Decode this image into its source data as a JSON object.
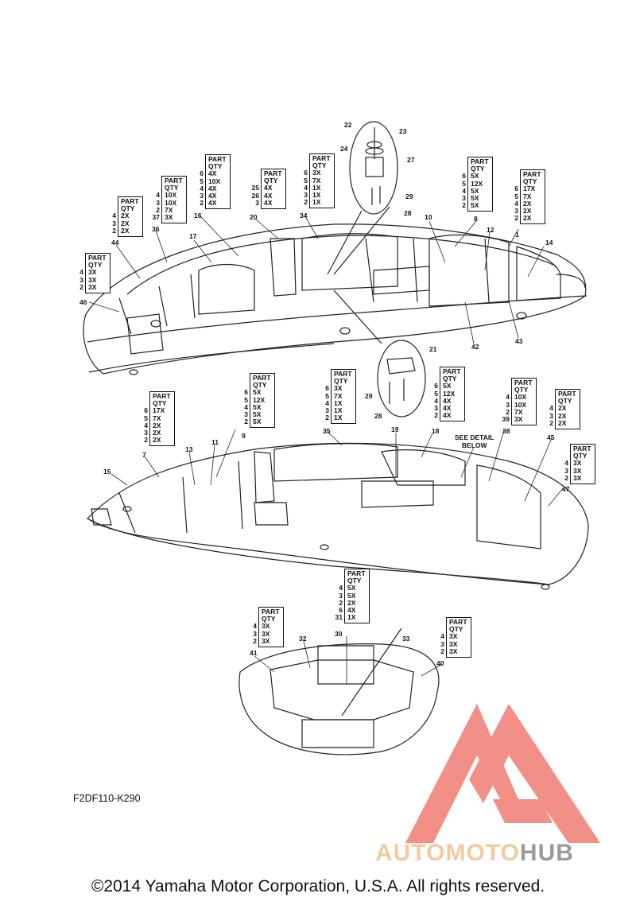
{
  "qty_header": [
    "PART",
    "QTY"
  ],
  "tables": [
    {
      "id": "t16",
      "rows": [
        [
          "6",
          "4X"
        ],
        [
          "5",
          "10X"
        ],
        [
          "4",
          "4X"
        ],
        [
          "3",
          "4X"
        ],
        [
          "2",
          "4X"
        ]
      ]
    },
    {
      "id": "t34",
      "rows": [
        [
          "6",
          "3X"
        ],
        [
          "5",
          "7X"
        ],
        [
          "4",
          "1X"
        ],
        [
          "3",
          "1X"
        ],
        [
          "2",
          "1X"
        ]
      ]
    },
    {
      "id": "t8",
      "rows": [
        [
          "6",
          "5X"
        ],
        [
          "5",
          "12X"
        ],
        [
          "4",
          "5X"
        ],
        [
          "3",
          "5X"
        ],
        [
          "2",
          "5X"
        ]
      ]
    },
    {
      "id": "t1",
      "rows": [
        [
          "6",
          "17X"
        ],
        [
          "5",
          "7X"
        ],
        [
          "4",
          "2X"
        ],
        [
          "3",
          "2X"
        ],
        [
          "2",
          "2X"
        ]
      ]
    },
    {
      "id": "t36",
      "rows": [
        [
          "4",
          "10X"
        ],
        [
          "3",
          "10X"
        ],
        [
          "2",
          "7X"
        ],
        [
          "37",
          "3X"
        ]
      ]
    },
    {
      "id": "t20",
      "rows": [
        [
          "25",
          "4X"
        ],
        [
          "26",
          "4X"
        ],
        [
          "3",
          "4X"
        ]
      ]
    },
    {
      "id": "t44",
      "rows": [
        [
          "4",
          "2X"
        ],
        [
          "3",
          "2X"
        ],
        [
          "2",
          "2X"
        ]
      ]
    },
    {
      "id": "t46",
      "rows": [
        [
          "4",
          "3X"
        ],
        [
          "3",
          "3X"
        ],
        [
          "2",
          "3X"
        ]
      ]
    },
    {
      "id": "t7",
      "rows": [
        [
          "6",
          "17X"
        ],
        [
          "5",
          "7X"
        ],
        [
          "4",
          "2X"
        ],
        [
          "3",
          "2X"
        ],
        [
          "2",
          "2X"
        ]
      ]
    },
    {
      "id": "t9",
      "rows": [
        [
          "6",
          "5X"
        ],
        [
          "5",
          "12X"
        ],
        [
          "4",
          "5X"
        ],
        [
          "3",
          "5X"
        ],
        [
          "2",
          "5X"
        ]
      ]
    },
    {
      "id": "t35",
      "rows": [
        [
          "6",
          "3X"
        ],
        [
          "5",
          "7X"
        ],
        [
          "4",
          "1X"
        ],
        [
          "3",
          "1X"
        ],
        [
          "2",
          "1X"
        ]
      ]
    },
    {
      "id": "t18",
      "rows": [
        [
          "6",
          "5X"
        ],
        [
          "5",
          "12X"
        ],
        [
          "4",
          "4X"
        ],
        [
          "3",
          "4X"
        ],
        [
          "2",
          "4X"
        ]
      ]
    },
    {
      "id": "t38",
      "rows": [
        [
          "4",
          "10X"
        ],
        [
          "3",
          "10X"
        ],
        [
          "2",
          "7X"
        ],
        [
          "39",
          "3X"
        ]
      ]
    },
    {
      "id": "t45",
      "rows": [
        [
          "4",
          "2X"
        ],
        [
          "3",
          "2X"
        ],
        [
          "2",
          "2X"
        ]
      ]
    },
    {
      "id": "t47",
      "rows": [
        [
          "4",
          "3X"
        ],
        [
          "3",
          "3X"
        ],
        [
          "2",
          "3X"
        ]
      ]
    },
    {
      "id": "t30",
      "rows": [
        [
          "4",
          "5X"
        ],
        [
          "3",
          "5X"
        ],
        [
          "2",
          "2X"
        ],
        [
          "6",
          "4X"
        ],
        [
          "31",
          "1X"
        ]
      ]
    },
    {
      "id": "t41",
      "rows": [
        [
          "4",
          "3X"
        ],
        [
          "3",
          "3X"
        ],
        [
          "2",
          "3X"
        ]
      ]
    },
    {
      "id": "t40",
      "rows": [
        [
          "4",
          "3X"
        ],
        [
          "3",
          "3X"
        ],
        [
          "2",
          "3X"
        ]
      ]
    }
  ],
  "callouts": {
    "c22": "22",
    "c23": "23",
    "c24": "24",
    "c27": "27",
    "c29a": "29",
    "c28a": "28",
    "c16": "16",
    "c34": "34",
    "c8": "8",
    "c1": "1",
    "c36": "36",
    "c20": "20",
    "c44": "44",
    "c46": "46",
    "c17": "17",
    "c10": "10",
    "c12": "12",
    "c14": "14",
    "c42": "42",
    "c43": "43",
    "c21": "21",
    "c29b": "29",
    "c28b": "28",
    "c7": "7",
    "c9": "9",
    "c35": "35",
    "c18": "18",
    "c38": "38",
    "c45": "45",
    "c47": "47",
    "c15": "15",
    "c13": "13",
    "c11": "11",
    "c19": "19",
    "c30": "30",
    "c41": "41",
    "c40": "40",
    "c33": "33",
    "c32": "32"
  },
  "see_detail": [
    "SEE DETAIL",
    "BELOW"
  ],
  "model_code": "F2DF110-K290",
  "copyright": "©2014 Yamaha Motor Corporation, U.S.A. All rights reserved.",
  "watermark": {
    "text_a": "AUTOMOTO",
    "text_b": "HUB",
    "color_a": "#f5c9a0",
    "color_b": "#9a9a9a",
    "logo_color": "#ee6a5e"
  }
}
